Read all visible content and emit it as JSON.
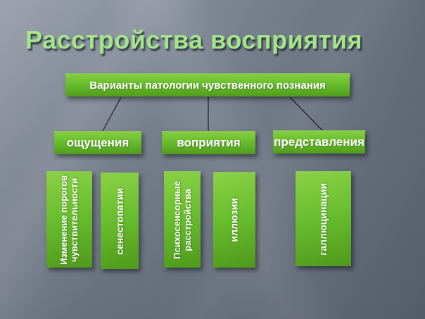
{
  "title": "Расстройства восприятия",
  "diagram": {
    "root": {
      "label": "Варианты патологии чувственного познания"
    },
    "level2": [
      {
        "label": "ощущения"
      },
      {
        "label": "воприятия"
      },
      {
        "label": "представления"
      }
    ],
    "level3": [
      {
        "label": "Изменение порогов чувствительности"
      },
      {
        "label": "сенестопатии"
      },
      {
        "label": "Психосенсорные расстройства"
      },
      {
        "label": "иллюзии"
      },
      {
        "label": "галлюцинации"
      }
    ]
  },
  "colors": {
    "title_text": "#a3e589",
    "box_green_top": "#84cf40",
    "box_green_bottom": "#519c1d",
    "box_text": "#ffffff",
    "background_light": "#8a92a0",
    "background_dark": "#5b6370",
    "connector_line": "#23262b"
  }
}
